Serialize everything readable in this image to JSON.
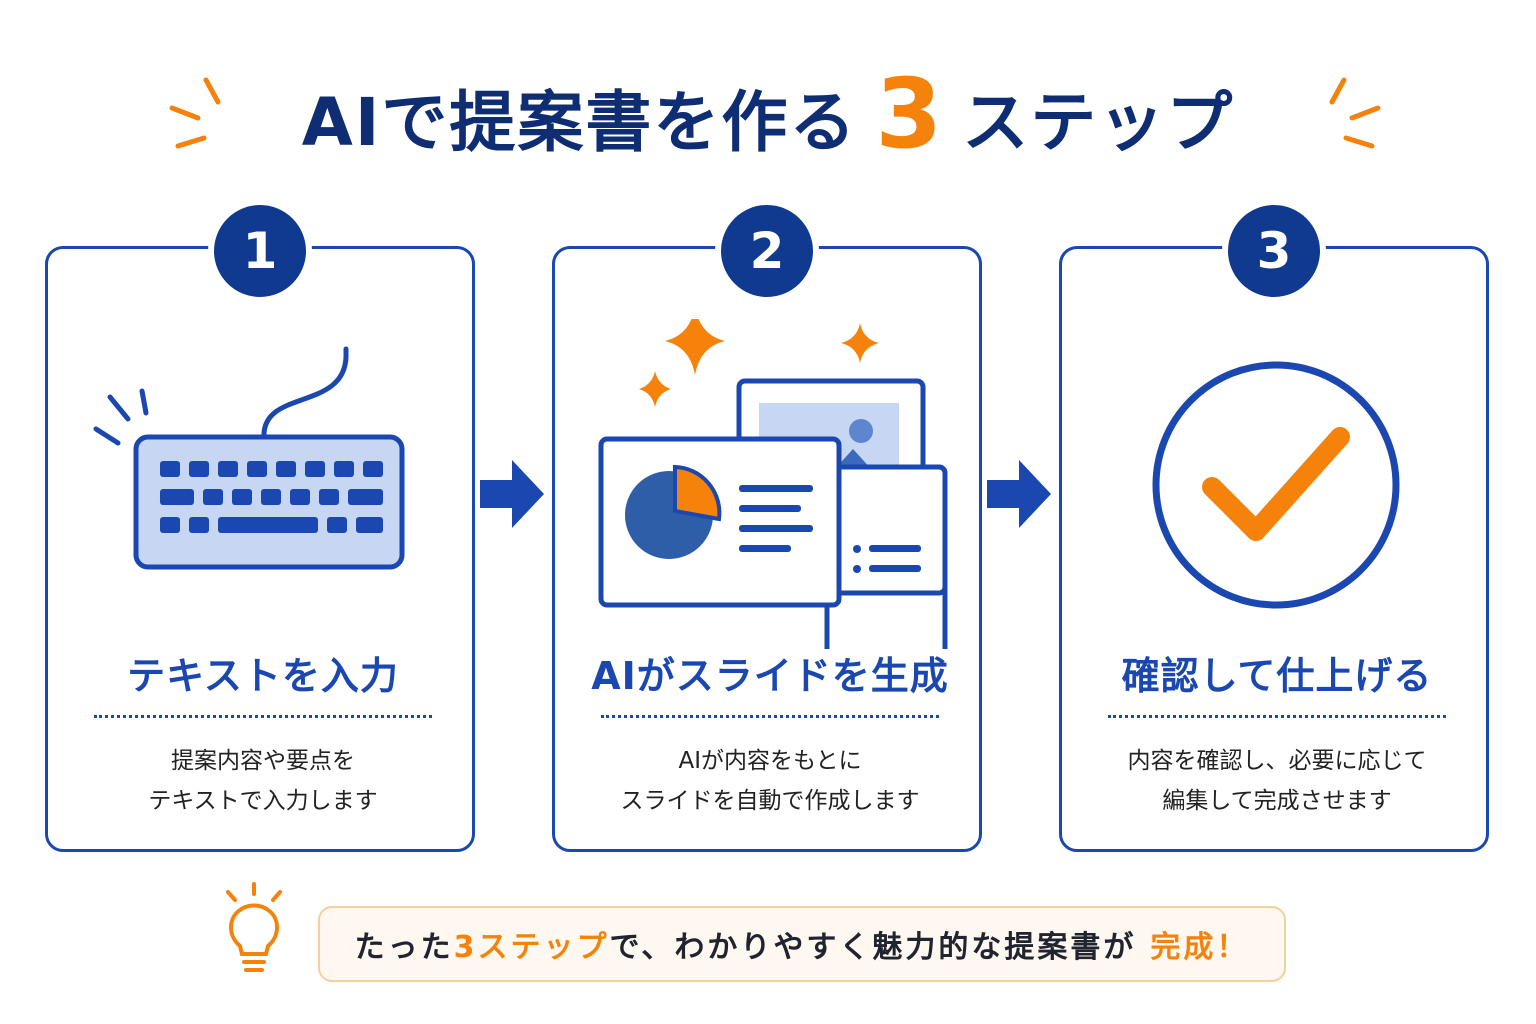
{
  "title": {
    "prefix": "AIで提案書を作る",
    "number": "3",
    "suffix": "ステップ"
  },
  "steps": [
    {
      "number": "1",
      "icon": "keyboard-icon",
      "title": "テキストを入力",
      "description": [
        "提案内容や要点を",
        "テキストで入力します"
      ]
    },
    {
      "number": "2",
      "icon": "slides-icon",
      "title": "AIがスライドを生成",
      "description": [
        "AIが内容をもとに",
        "スライドを自動で作成します"
      ]
    },
    {
      "number": "3",
      "icon": "check-circle-icon",
      "title": "確認して仕上げる",
      "description": [
        "内容を確認し、必要に応じて",
        "編集して完成させます"
      ]
    }
  ],
  "banner": {
    "icon": "lightbulb-icon",
    "part1": "たった",
    "highlight1": "3ステップ",
    "part2": "で、わかりやすく魅力的な提案書が",
    "highlight2": "完成！"
  },
  "colors": {
    "primary": "#1a48b0",
    "navy": "#0f2d73",
    "accent": "#f5820a",
    "light_blue": "#c7d6f2"
  }
}
